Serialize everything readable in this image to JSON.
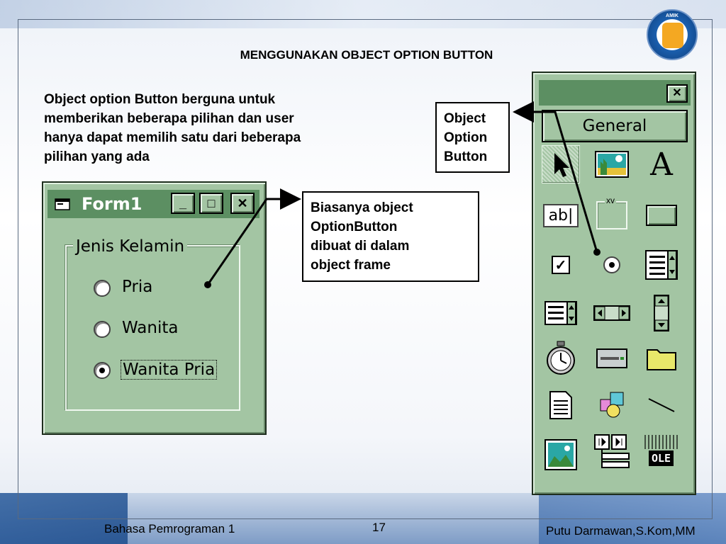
{
  "slide": {
    "title": "MENGGUNAKAN OBJECT OPTION BUTTON",
    "intro_lines": [
      "Object option Button berguna untuk",
      "memberikan beberapa pilihan dan user",
      "hanya dapat memilih satu dari beberapa",
      "pilihan yang ada"
    ],
    "logo_text": "AMIK"
  },
  "callouts": {
    "option_button": [
      "Object",
      "Option",
      "Button"
    ],
    "frame_note": [
      "Biasanya object",
      "OptionButton",
      "dibuat di dalam",
      "object frame"
    ]
  },
  "form_window": {
    "title": "Form1",
    "minimize_label": "_",
    "maximize_label": "□",
    "close_label": "✕",
    "frame_caption": "Jenis Kelamin",
    "options": [
      {
        "label": "Pria",
        "checked": false
      },
      {
        "label": "Wanita",
        "checked": false
      },
      {
        "label": "Wanita Pria",
        "checked": true
      }
    ]
  },
  "toolbox": {
    "close_label": "✕",
    "tab_label": "General",
    "tools": [
      {
        "name": "pointer-icon",
        "glyph": ""
      },
      {
        "name": "picturebox-icon",
        "glyph": ""
      },
      {
        "name": "label-icon",
        "glyph": "A"
      },
      {
        "name": "textbox-icon",
        "glyph": "ab|"
      },
      {
        "name": "frame-icon",
        "glyph": "xv"
      },
      {
        "name": "commandbutton-icon",
        "glyph": ""
      },
      {
        "name": "checkbox-icon",
        "glyph": "✓"
      },
      {
        "name": "optionbutton-icon",
        "glyph": ""
      },
      {
        "name": "combobox-icon",
        "glyph": ""
      },
      {
        "name": "listbox-icon",
        "glyph": ""
      },
      {
        "name": "hscrollbar-icon",
        "glyph": ""
      },
      {
        "name": "vscrollbar-icon",
        "glyph": ""
      },
      {
        "name": "timer-icon",
        "glyph": ""
      },
      {
        "name": "drivelistbox-icon",
        "glyph": ""
      },
      {
        "name": "dirlistbox-icon",
        "glyph": ""
      },
      {
        "name": "filelistbox-icon",
        "glyph": ""
      },
      {
        "name": "shape-icon",
        "glyph": ""
      },
      {
        "name": "line-icon",
        "glyph": ""
      },
      {
        "name": "image-icon",
        "glyph": ""
      },
      {
        "name": "data-icon",
        "glyph": ""
      },
      {
        "name": "ole-icon",
        "glyph": "OLE"
      }
    ]
  },
  "footer": {
    "course": "Bahasa Pemrograman 1",
    "page_number": "17",
    "author": "Putu Darmawan,S.Kom,MM"
  }
}
